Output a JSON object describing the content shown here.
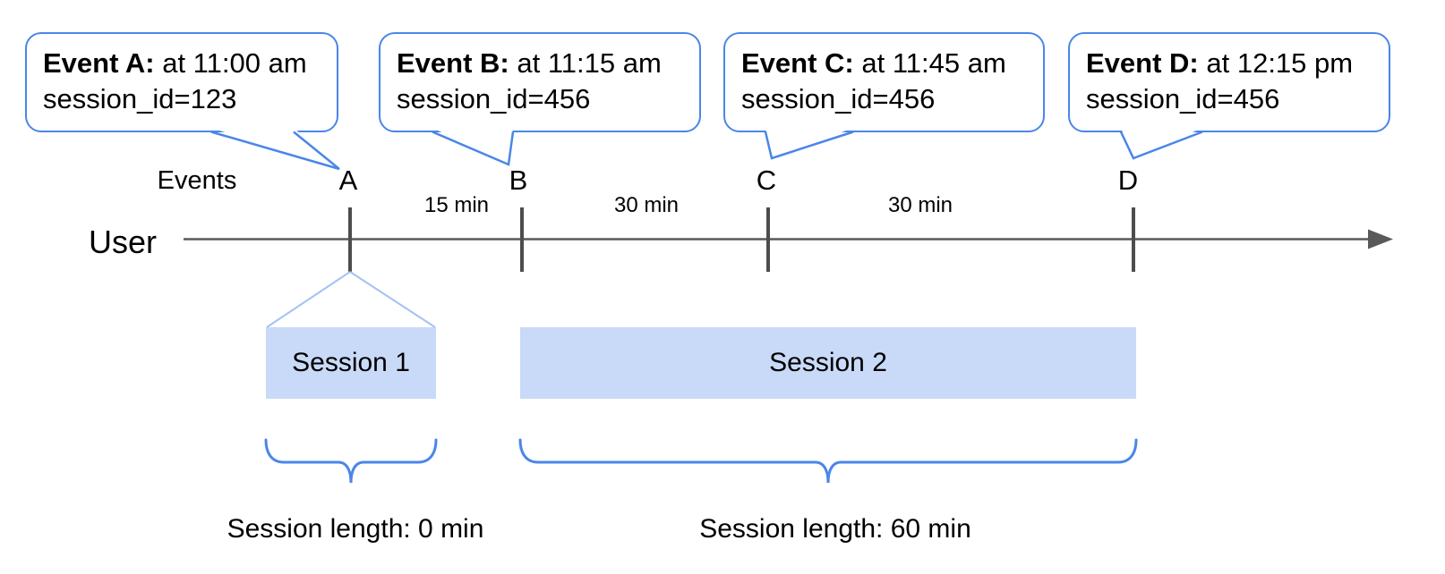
{
  "callouts": [
    {
      "title": "Event A:",
      "time": "at 11:00 am",
      "detail": "session_id=123"
    },
    {
      "title": "Event B:",
      "time": "at 11:15 am",
      "detail": "session_id=456"
    },
    {
      "title": "Event C:",
      "time": "at 11:45 am",
      "detail": "session_id=456"
    },
    {
      "title": "Event D:",
      "time": "at 12:15 pm",
      "detail": "session_id=456"
    }
  ],
  "timeline": {
    "row_label": "User",
    "events_label": "Events",
    "markers": [
      "A",
      "B",
      "C",
      "D"
    ],
    "intervals": [
      "15 min",
      "30 min",
      "30 min"
    ]
  },
  "sessions": [
    {
      "label": "Session 1",
      "length_label": "Session length: 0 min"
    },
    {
      "label": "Session 2",
      "length_label": "Session length: 60 min"
    }
  ],
  "colors": {
    "accent_blue": "#4a86e8",
    "funnel_blue": "#a4c2f4",
    "session_fill": "#c9daf8",
    "line_gray": "#595959",
    "text_color": "#000000"
  }
}
